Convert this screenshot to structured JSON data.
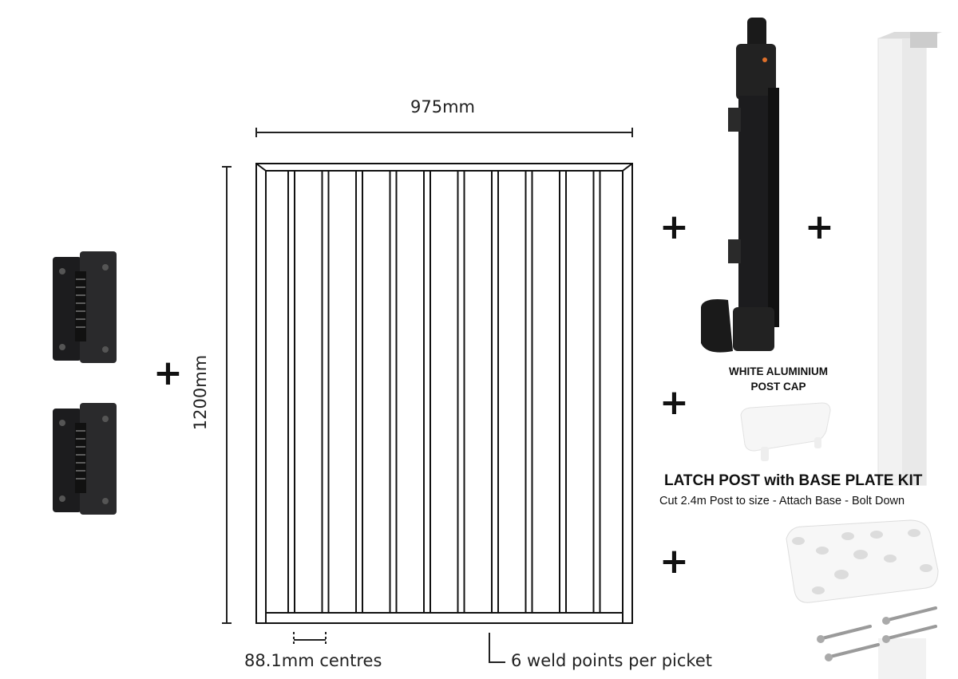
{
  "dimensions": {
    "width_label": "975mm",
    "height_label": "1200mm",
    "picket_spacing_label": "88.1mm centres",
    "weld_label": "6 weld points per picket"
  },
  "gate": {
    "picket_count": 10
  },
  "plus_sign": "+",
  "post_cap": {
    "label_line1": "WHITE ALUMINIUM",
    "label_line2": "POST CAP"
  },
  "kit": {
    "title": "LATCH POST with BASE PLATE KIT",
    "subtitle": "Cut 2.4m Post to size - Attach Base - Bolt Down"
  },
  "colors": {
    "hardware": "#1c1c1e",
    "line": "#111111",
    "white_parts": "#f3f3f3"
  }
}
